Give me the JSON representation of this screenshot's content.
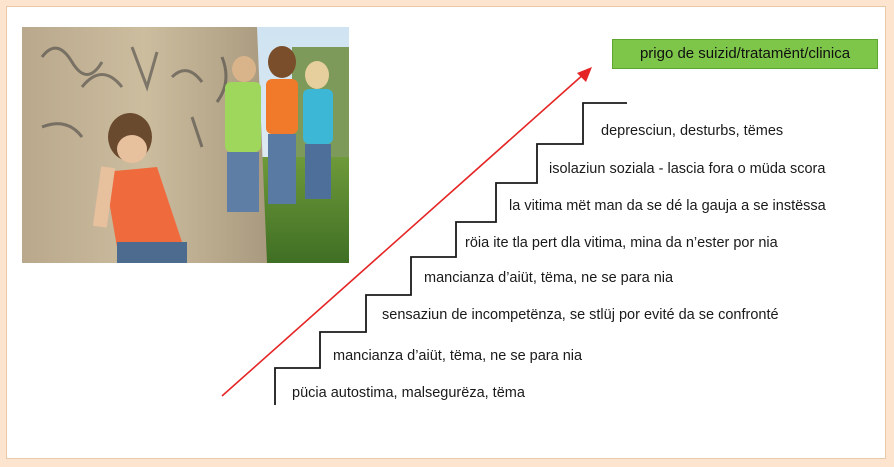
{
  "photo": {
    "description_icon": "bullying-photo"
  },
  "goal": {
    "label": "prigo de suizid/tratamënt/clinica",
    "color": "#7ec64a"
  },
  "arrow": {
    "color": "#e52525"
  },
  "steps": [
    {
      "label": "pücia autostima, malsegurëza, tëma"
    },
    {
      "label": "mancianza d’aiüt, tëma, ne se para nia"
    },
    {
      "label": "sensaziun de incompetënza, se stlüj por evité da se confronté"
    },
    {
      "label": "mancianza d’aiüt, tëma, ne se para nia"
    },
    {
      "label": "röia ite tla pert dla vitima, mina da n’ester por nia"
    },
    {
      "label": "la vitima mët man da se dé la gauja a se instëssa"
    },
    {
      "label": "isolaziun soziala - lascia fora o müda scora"
    },
    {
      "label": "depresciun, desturbs, tëmes"
    }
  ]
}
